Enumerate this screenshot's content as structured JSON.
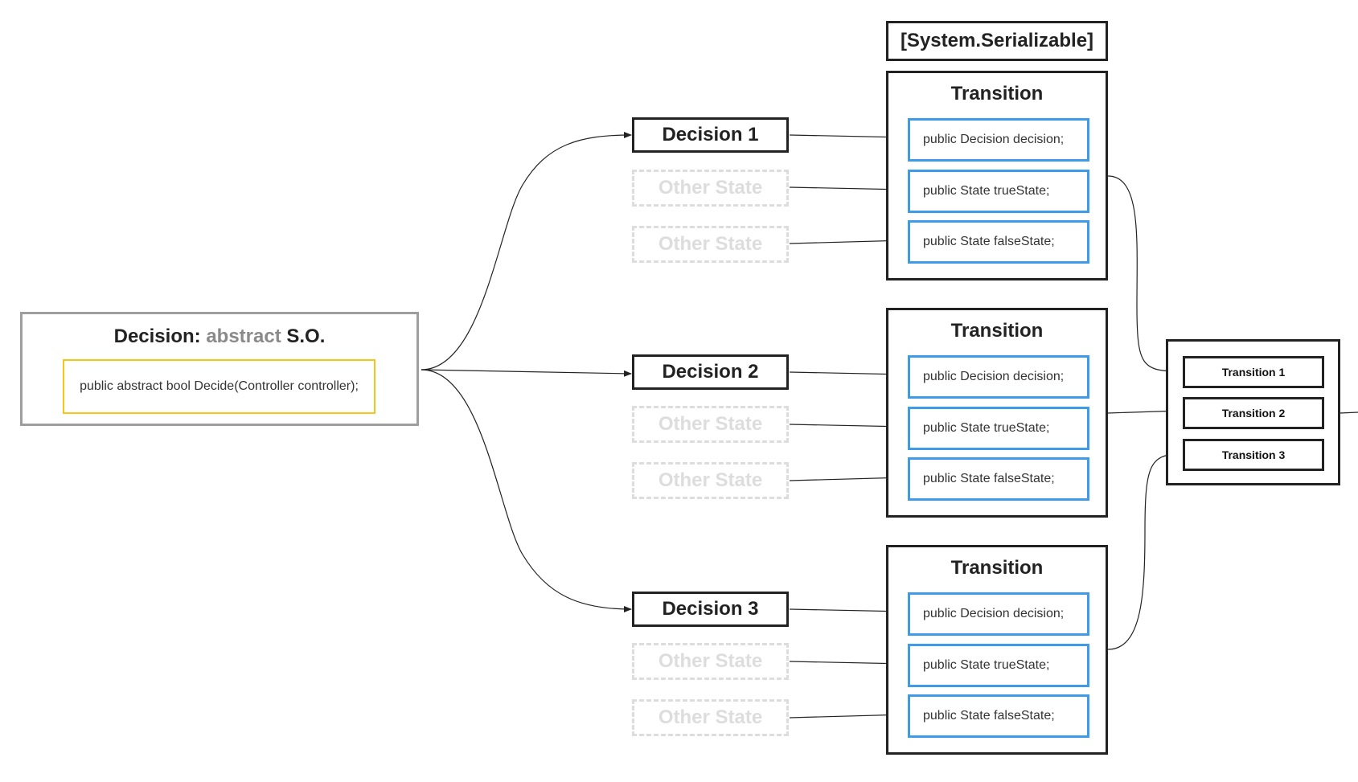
{
  "abstract_class": {
    "title_prefix": "Decision:",
    "title_keyword": "abstract",
    "title_suffix": "S.O.",
    "method": "public abstract bool Decide(Controller controller);"
  },
  "serializable_attribute": "[System.Serializable]",
  "decisions": [
    "Decision 1",
    "Decision 2",
    "Decision 3"
  ],
  "other_state_label": "Other State",
  "transitions": [
    {
      "title": "Transition",
      "fields": [
        "public Decision decision;",
        "public State trueState;",
        "public State falseState;"
      ]
    },
    {
      "title": "Transition",
      "fields": [
        "public Decision decision;",
        "public State trueState;",
        "public State falseState;"
      ]
    },
    {
      "title": "Transition",
      "fields": [
        "public Decision decision;",
        "public State trueState;",
        "public State falseState;"
      ]
    }
  ],
  "transition_list": [
    "Transition 1",
    "Transition 2",
    "Transition 3"
  ],
  "colors": {
    "abstract_border": "#9e9e9e",
    "abstract_keyword": "#8a8a8a",
    "method_border": "#f5c518",
    "field_border": "#3d9be9",
    "other_state": "#dddddd",
    "line": "#222222"
  }
}
